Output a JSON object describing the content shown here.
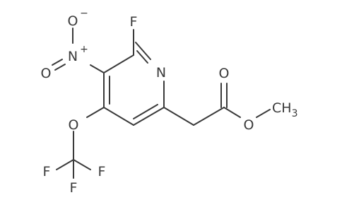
{
  "molecule": {
    "atoms": {
      "fluorine_ring": "F",
      "nitro_nitrogen": "N",
      "nitro_plus": "+",
      "nitro_oxygen_minus": "O",
      "minus_sign": "−",
      "nitro_oxygen_double": "O",
      "ring_nitrogen": "N",
      "ether_oxygen": "O",
      "cf3_fluorine_left": "F",
      "cf3_fluorine_right": "F",
      "cf3_fluorine_bottom": "F",
      "carbonyl_oxygen": "O",
      "ester_oxygen": "O",
      "methyl": "CH",
      "methyl_subscript": "3"
    },
    "colors": {
      "bond": "#3a3a3a",
      "label": "#3a3a3a",
      "background": "#ffffff"
    }
  }
}
